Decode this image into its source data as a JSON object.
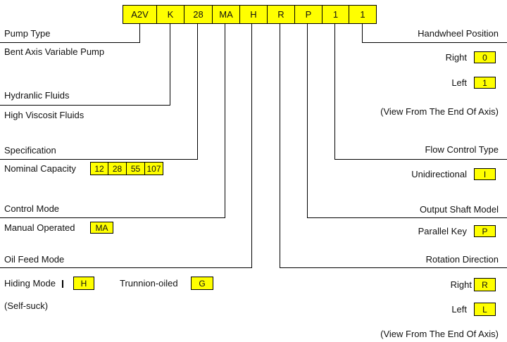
{
  "code": [
    "A2V",
    "K",
    "28",
    "MA",
    "H",
    "R",
    "P",
    "1",
    "1"
  ],
  "left": {
    "pump_type": {
      "label": "Pump Type",
      "value": "Bent Axis Variable Pump"
    },
    "fluids": {
      "label": "Hydranlic Fluids",
      "value": "High Viscosit Fluids"
    },
    "spec": {
      "label": "Specification",
      "value": "Nominal Capacity",
      "options": [
        "12",
        "28",
        "55",
        "107"
      ]
    },
    "control": {
      "label": "Control Mode",
      "value": "Manual Operated",
      "code": "MA"
    },
    "oil": {
      "label": "Oil Feed Mode",
      "opt1": "Hiding Mode",
      "opt1_code": "H",
      "opt1_note": "(Self-suck)",
      "opt2": "Trunnion-oiled",
      "opt2_code": "G"
    }
  },
  "right": {
    "handwheel": {
      "label": "Handwheel Position",
      "right": "Right",
      "right_code": "0",
      "left": "Left",
      "left_code": "1",
      "note": "(View From The End Of Axis)"
    },
    "flow": {
      "label": "Flow Control Type",
      "value": "Unidirectional",
      "code": "I"
    },
    "shaft": {
      "label": "Output Shaft Model",
      "value": "Parallel Key",
      "code": "P"
    },
    "rotation": {
      "label": "Rotation Direction",
      "right": "Right",
      "right_code": "R",
      "left": "Left",
      "left_code": "L",
      "note": "(View From The End Of Axis)"
    }
  },
  "colors": {
    "highlight": "#ffff00",
    "line": "#000000"
  }
}
